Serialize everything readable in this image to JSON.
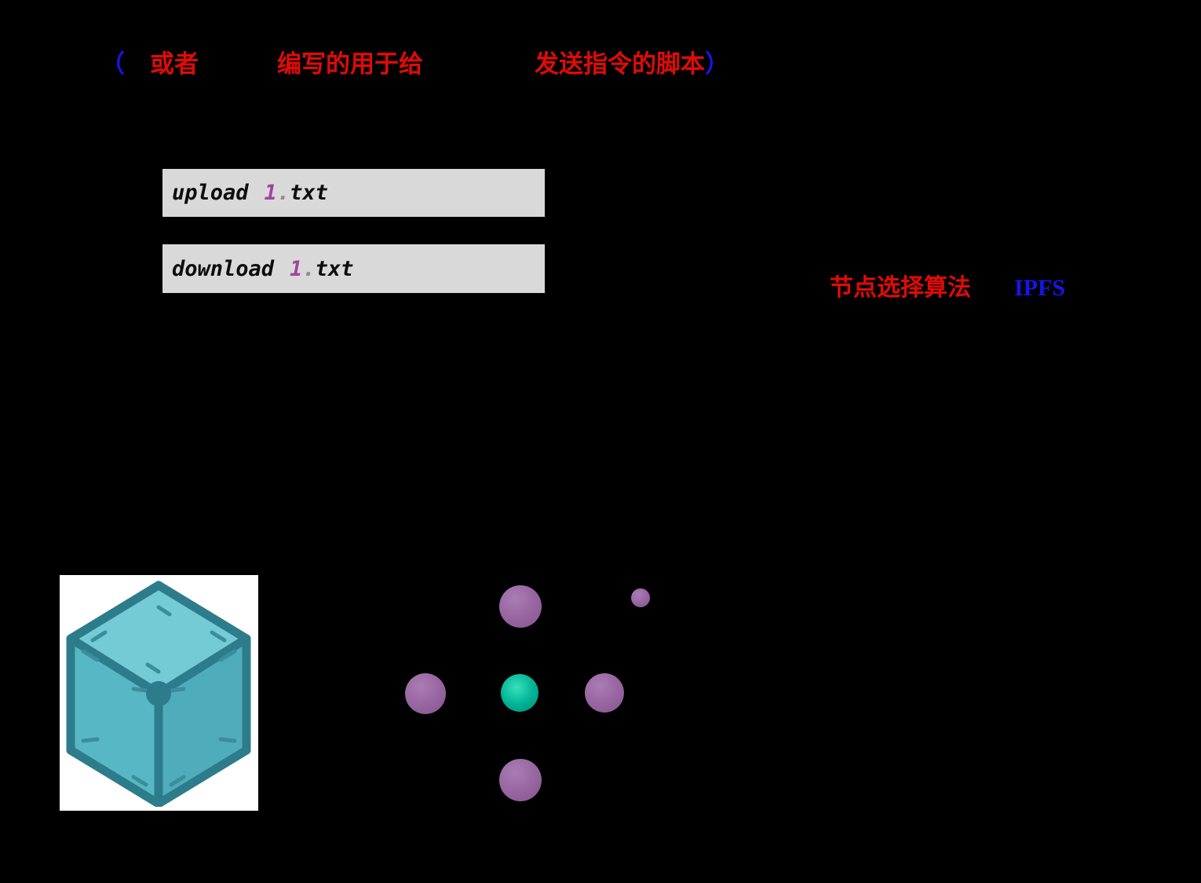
{
  "caption": {
    "open_paren": "（",
    "seg1": "或者",
    "seg2": "编写的用于给",
    "seg3": "发送指令的脚本",
    "close_paren": "）"
  },
  "code_boxes": [
    {
      "cmd": "upload",
      "num": "1",
      "dot": ".",
      "ext": "txt"
    },
    {
      "cmd": "download",
      "num": "1",
      "dot": ".",
      "ext": "txt"
    }
  ],
  "side_labels": {
    "node_algorithm": "节点选择算法",
    "ipfs": "IPFS"
  },
  "icons": {
    "cube": "cube-icon",
    "network_center": "teal-node",
    "network_peer": "purple-node"
  },
  "colors": {
    "background": "#000000",
    "caption_red": "#e00b07",
    "caption_blue": "#1616e8",
    "code_box_bg": "#d9d9d9",
    "code_text": "#0d0d0d",
    "code_number": "#a0449a",
    "code_dot": "#8c8c8c",
    "cube_face": "#58b7c4",
    "cube_edge": "#2d7c8c",
    "node_purple": "#96649f",
    "node_teal": "#00b093"
  }
}
